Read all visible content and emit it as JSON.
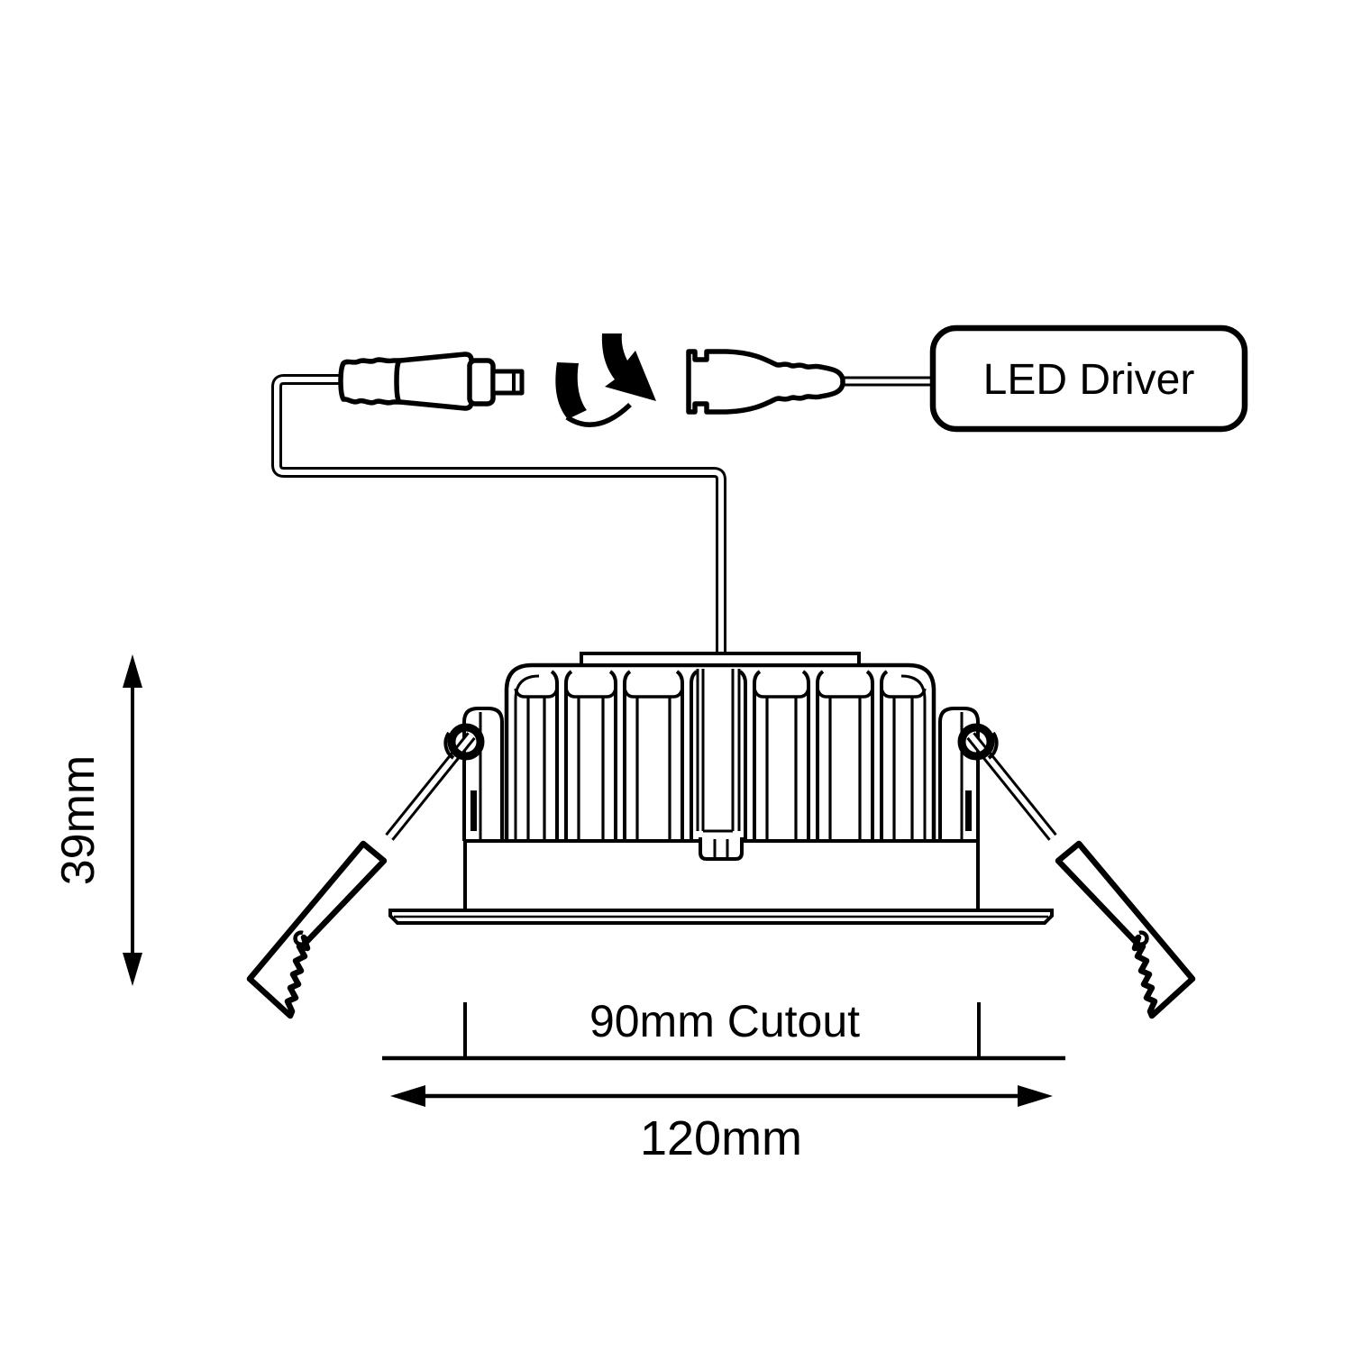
{
  "diagram": {
    "type": "led-downlight-installation-drawing",
    "labels": {
      "driver": "LED Driver",
      "height": "39mm",
      "cutout": "90mm Cutout",
      "diameter": "120mm"
    },
    "icons": {
      "twist_arrow": "twist-to-connect-arrow",
      "male_connector": "dc-plug-male",
      "female_connector": "dc-plug-female"
    },
    "colors": {
      "line": "#000000",
      "background": "#ffffff"
    }
  }
}
